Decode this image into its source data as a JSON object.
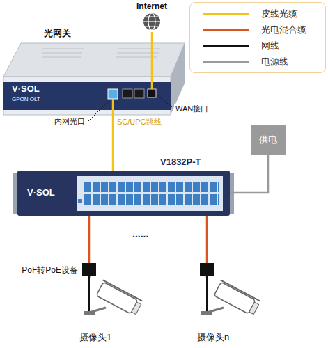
{
  "diagram": {
    "nodes": [
      {
        "text": [
          "Internet"
        ]
      },
      {
        "text": [
          "光网关",
          "V·SOL",
          "GPON OLT"
        ]
      },
      {
        "text": [
          "V1832P-T",
          "V·SOL"
        ]
      },
      {
        "text": [
          "供电"
        ]
      },
      {
        "text": [
          "PoF转PoE设备"
        ]
      },
      {
        "text": [
          "摄像头1"
        ]
      },
      {
        "text": [
          "摄像头n"
        ]
      }
    ],
    "edges": [
      {
        "from": 0,
        "to": 1,
        "arrow": "none"
      },
      {
        "from": 1,
        "to": 2,
        "label": "SC/UPC跳线",
        "arrow": "none"
      },
      {
        "from": 3,
        "to": 2,
        "arrow": "none"
      },
      {
        "from": 2,
        "to": 4,
        "arrow": "none"
      },
      {
        "from": 4,
        "to": 5,
        "arrow": "none"
      },
      {
        "from": 2,
        "to": 6,
        "arrow": "none"
      }
    ],
    "labels": [
      "内网光口",
      "WAN接口",
      "......"
    ],
    "legend": [
      {
        "text": "皮线光缆"
      },
      {
        "text": "光电混合缆"
      },
      {
        "text": "网线"
      },
      {
        "text": "电源线"
      }
    ]
  }
}
